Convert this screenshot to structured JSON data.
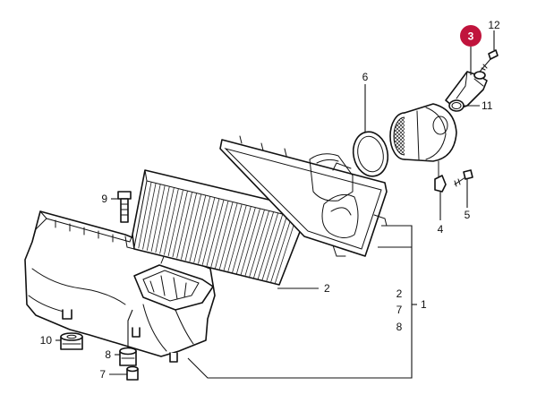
{
  "highlight_color": "#c0143c",
  "callouts": {
    "part_1": "1",
    "part_2": "2",
    "part_2_group": "2",
    "part_3": "3",
    "part_4": "4",
    "part_5": "5",
    "part_6": "6",
    "part_7": "7",
    "part_7_group": "7",
    "part_8": "8",
    "part_8_group": "8",
    "part_9": "9",
    "part_10": "10",
    "part_11": "11",
    "part_12": "12"
  }
}
